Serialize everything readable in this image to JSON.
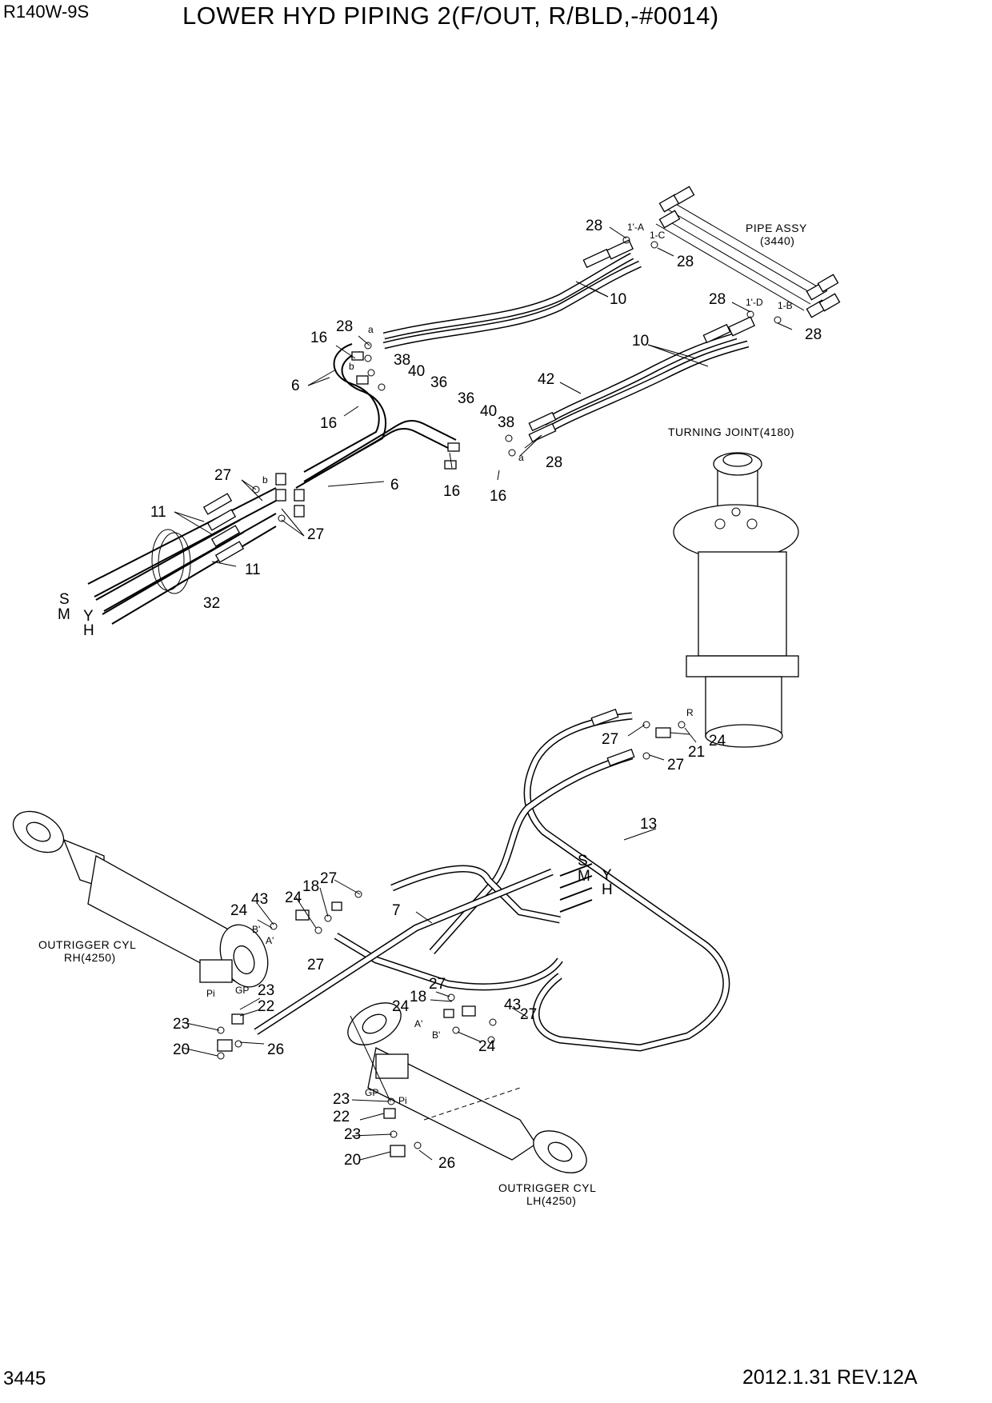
{
  "header": {
    "model": "R140W-9S",
    "title": "LOWER HYD PIPING 2(F/OUT, R/BLD,-#0014)"
  },
  "footer": {
    "page_number": "3445",
    "revision": "2012.1.31  REV.12A"
  },
  "assemblies": {
    "pipe_assy_name": "PIPE ASSY",
    "pipe_assy_code": "(3440)",
    "turning_joint": "TURNING JOINT(4180)",
    "outrigger_rh_name": "OUTRIGGER CYL",
    "outrigger_rh_code": "RH(4250)",
    "outrigger_lh_name": "OUTRIGGER CYL",
    "outrigger_lh_code": "LH(4250)"
  },
  "callouts": {
    "c1": "28",
    "c2": "28",
    "c3": "10",
    "c4": "28",
    "c5": "28",
    "c6": "10",
    "c7": "28",
    "c8": "16",
    "c9": "38",
    "c10": "40",
    "c11": "36",
    "c12": "6",
    "c13": "16",
    "c14": "42",
    "c15": "36",
    "c16": "40",
    "c17": "38",
    "c18": "28",
    "c19": "16",
    "c20": "16",
    "c21": "27",
    "c22": "6",
    "c23": "11",
    "c24": "27",
    "c25": "11",
    "c26": "32",
    "c27": "27",
    "c28": "24",
    "c29": "21",
    "c30": "27",
    "c31": "13",
    "c32": "27",
    "c33": "18",
    "c34": "24",
    "c35": "43",
    "c36": "24",
    "c37": "7",
    "c38": "27",
    "c39": "23",
    "c40": "22",
    "c41": "23",
    "c42": "20",
    "c43": "26",
    "c44": "27",
    "c45": "18",
    "c46": "24",
    "c47": "43",
    "c48": "27",
    "c49": "24",
    "c50": "23",
    "c51": "22",
    "c52": "23",
    "c53": "20",
    "c54": "26"
  },
  "port_labels": {
    "p1": "1'-A",
    "p2": "1-C",
    "p3": "1'-D",
    "p4": "1-B",
    "p5": "a",
    "p6": "b",
    "p7": "a",
    "p8": "b",
    "p9": "R",
    "p10": "B'",
    "p11": "A'",
    "p12": "Pi",
    "p13": "GP",
    "p14": "A'",
    "p15": "B'",
    "p16": "GP",
    "p17": "Pi"
  },
  "line_labels": {
    "left": {
      "s": "S",
      "m": "M",
      "y": "Y",
      "h": "H"
    },
    "right": {
      "s": "S",
      "m": "M",
      "y": "Y",
      "h": "H"
    }
  }
}
